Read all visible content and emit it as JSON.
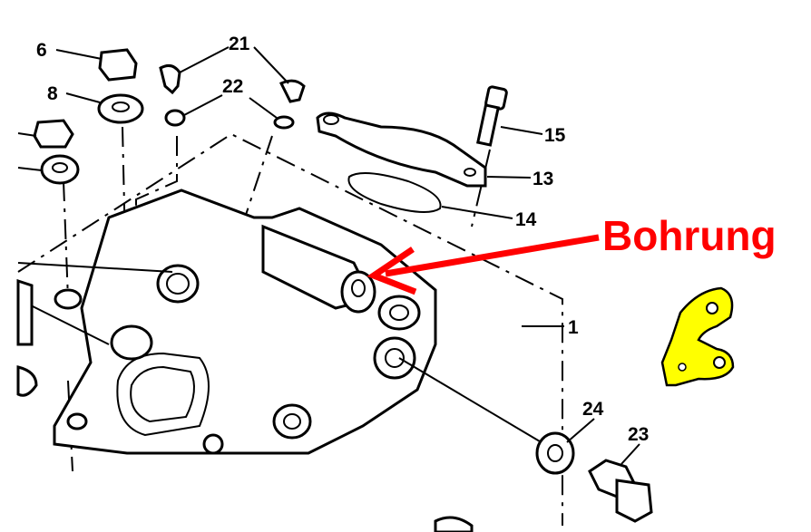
{
  "diagram": {
    "part_labels": [
      "6",
      "8",
      "21",
      "22",
      "15",
      "13",
      "14",
      "1",
      "24",
      "23"
    ],
    "annotation": "Bohrung",
    "colors": {
      "annotation": "#ff0000",
      "highlight": "#ffff00",
      "lines": "#000000"
    }
  }
}
